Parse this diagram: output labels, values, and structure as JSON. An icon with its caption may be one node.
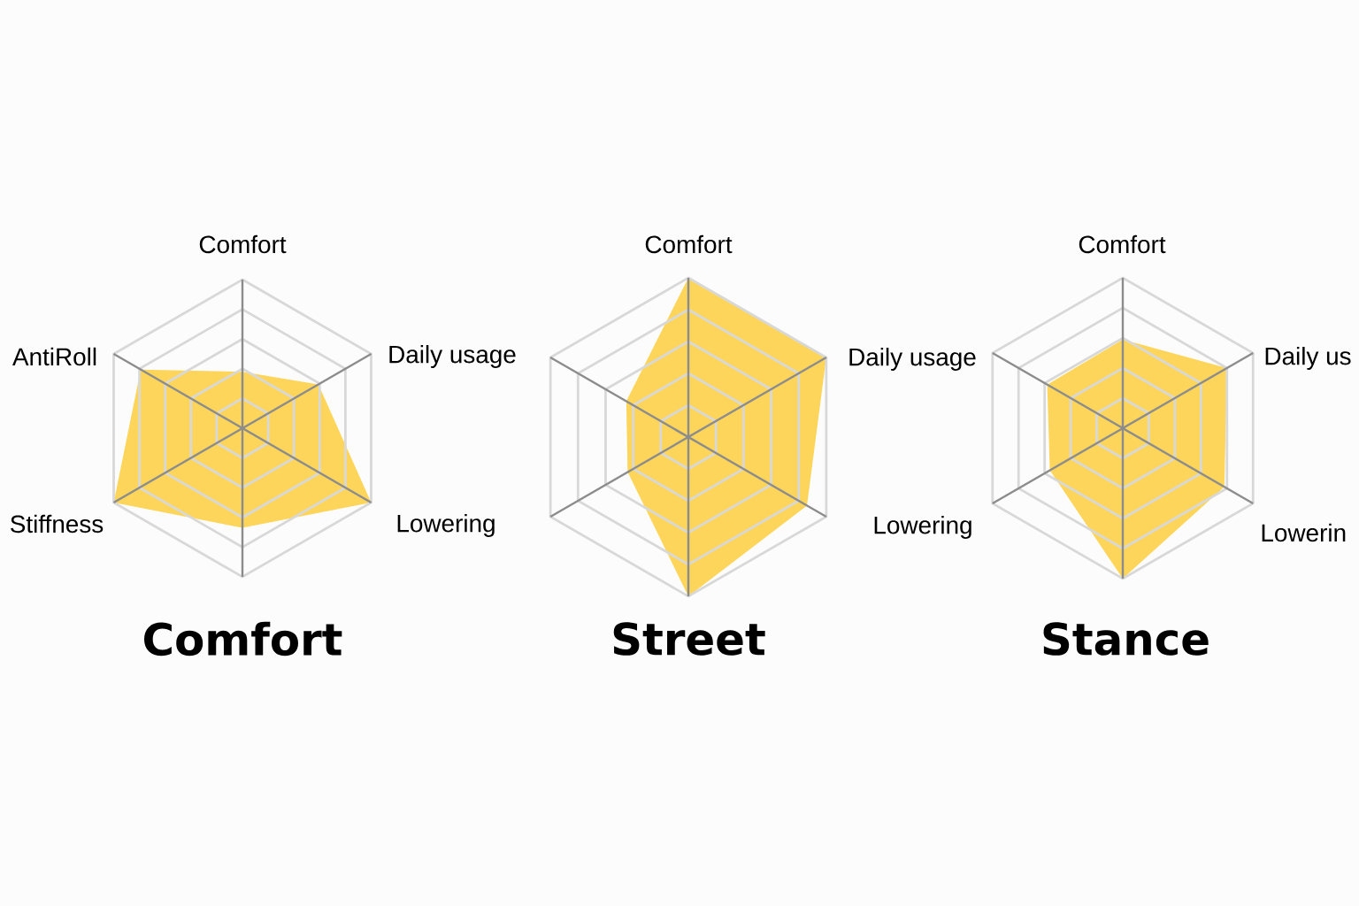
{
  "diagram": {
    "labels": [
      "Comfort",
      "Comfort",
      "Comfort",
      "AntiRoll",
      "Daily usage",
      "Daily usage",
      "Daily us",
      "Stiffness",
      "Lowering",
      "Lowering",
      "Lowerin",
      "Comfort",
      "Street",
      "Stance"
    ]
  }
}
